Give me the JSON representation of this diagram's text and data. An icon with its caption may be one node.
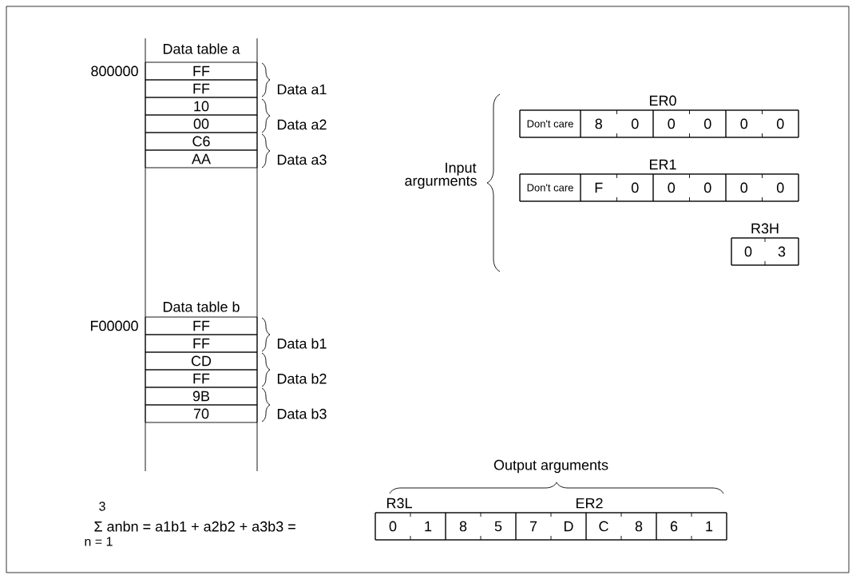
{
  "diagram": {
    "nodes": [
      {
        "text": [
          "FF"
        ]
      },
      {
        "text": [
          "FF"
        ]
      },
      {
        "text": [
          "10"
        ]
      },
      {
        "text": [
          "00"
        ]
      },
      {
        "text": [
          "C6"
        ]
      },
      {
        "text": [
          "AA"
        ]
      },
      {
        "text": [
          "ER0"
        ]
      },
      {
        "text": [
          "Don't care"
        ],
        "in": 6
      },
      {
        "text": [
          "8",
          "0"
        ],
        "in": 6
      },
      {
        "text": [
          "0",
          "0"
        ],
        "in": 6
      },
      {
        "text": [
          "0",
          "0"
        ],
        "in": 6
      },
      {
        "text": [
          "ER1"
        ]
      },
      {
        "text": [
          "Don't care"
        ],
        "in": 11
      },
      {
        "text": [
          "F",
          "0"
        ],
        "in": 11
      },
      {
        "text": [
          "0",
          "0"
        ],
        "in": 11
      },
      {
        "text": [
          "0",
          "0"
        ],
        "in": 11
      },
      {
        "text": [
          "R3H"
        ]
      },
      {
        "text": [
          "0",
          "3"
        ],
        "in": 16
      },
      {
        "text": [
          "FF"
        ]
      },
      {
        "text": [
          "FF"
        ]
      },
      {
        "text": [
          "CD"
        ]
      },
      {
        "text": [
          "FF"
        ]
      },
      {
        "text": [
          "9B"
        ]
      },
      {
        "text": [
          "70"
        ]
      },
      {
        "text": [
          "R3L",
          "ER2"
        ]
      },
      {
        "text": [
          "0",
          "1"
        ],
        "in": 24
      },
      {
        "text": [
          "8",
          "5"
        ],
        "in": 24
      },
      {
        "text": [
          "7",
          "D"
        ],
        "in": 24
      },
      {
        "text": [
          "C",
          "8"
        ],
        "in": 24
      },
      {
        "text": [
          "6",
          "1"
        ],
        "in": 24
      }
    ],
    "labels": [
      "Data table a",
      "800000",
      "Data a1",
      "Data a2",
      "Data a3",
      "Input argurments",
      "Data table b",
      "F00000",
      "Data b1",
      "Data b2",
      "Data b3",
      "Output arguments",
      "3",
      "Σ anbn = a1b1 + a2b2 + a3b3 =",
      "n = 1"
    ]
  }
}
